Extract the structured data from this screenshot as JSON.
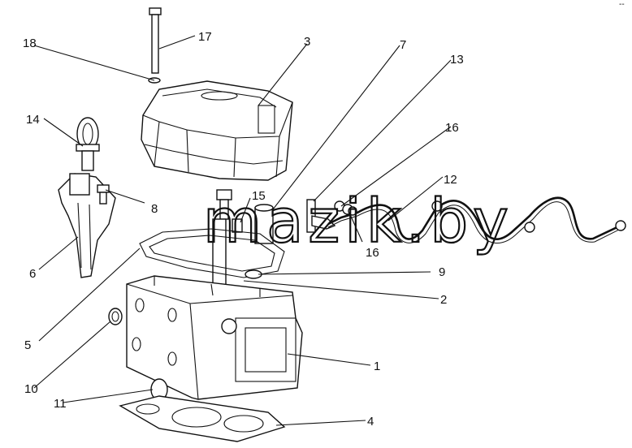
{
  "watermark": "mazik.by",
  "corner_mark": "--",
  "callouts": [
    "1",
    "2",
    "3",
    "4",
    "5",
    "6",
    "7",
    "8",
    "9",
    "10",
    "11",
    "12",
    "13",
    "14",
    "15",
    "16",
    "16",
    "17",
    "18"
  ]
}
